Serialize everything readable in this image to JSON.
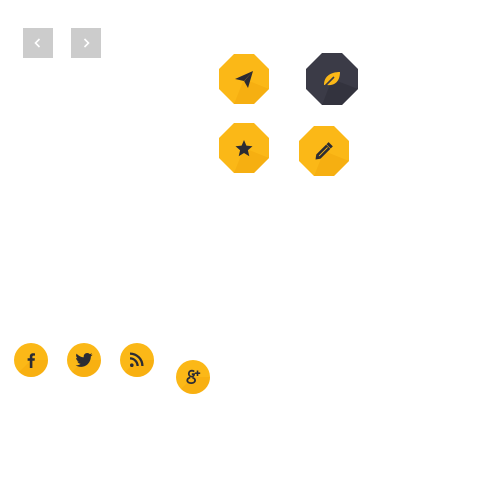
{
  "colors": {
    "nav_bg": "#cccccc",
    "accent_yellow": "#fbb817",
    "accent_yellow_dark": "#f3a70c",
    "dark_octagon": "#3b3b47",
    "icon_dark": "#2b2b33",
    "white": "#ffffff"
  },
  "nav": {
    "prev_icon": "chevron-left-icon",
    "next_icon": "chevron-right-icon"
  },
  "feature_buttons": [
    {
      "icon": "paper-plane-icon",
      "style": "yellow"
    },
    {
      "icon": "leaf-icon",
      "style": "dark"
    },
    {
      "icon": "star-icon",
      "style": "yellow"
    },
    {
      "icon": "pencil-icon",
      "style": "yellow"
    }
  ],
  "social_buttons": [
    {
      "icon": "facebook-icon"
    },
    {
      "icon": "twitter-icon"
    },
    {
      "icon": "rss-icon"
    },
    {
      "icon": "google-plus-icon"
    }
  ]
}
